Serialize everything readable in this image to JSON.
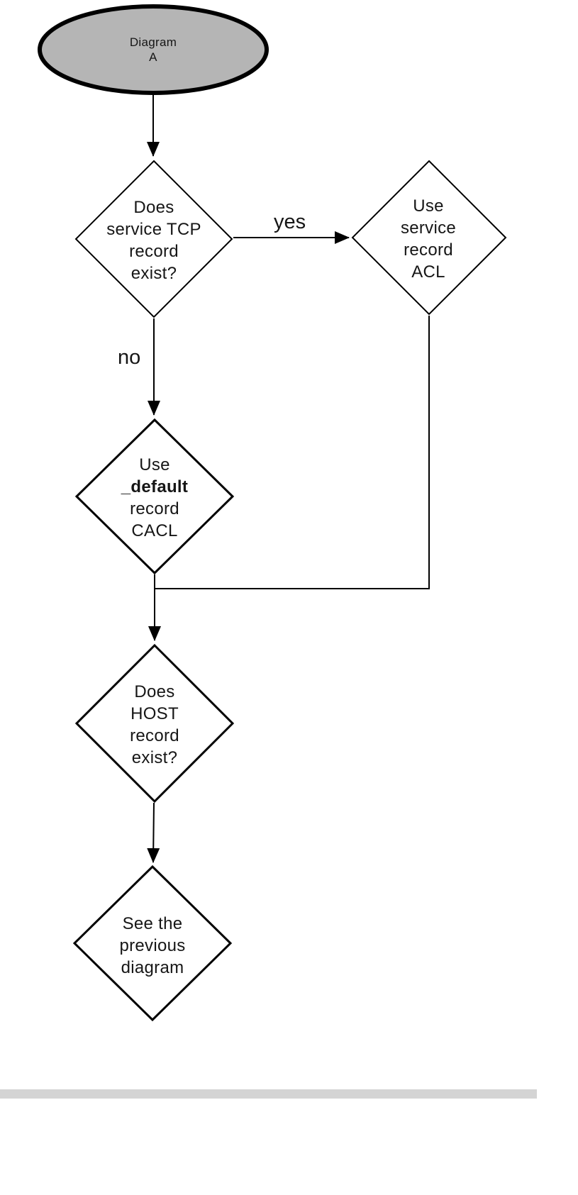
{
  "flowchart": {
    "start": {
      "lines": [
        "Diagram",
        "A"
      ]
    },
    "decision_service_tcp": {
      "lines": [
        "Does",
        "service TCP",
        "record",
        "exist?"
      ]
    },
    "use_service_acl": {
      "lines": [
        "Use",
        "service",
        "record",
        "ACL"
      ]
    },
    "use_default_cacl": {
      "lines": [
        "Use",
        "_default",
        "record",
        "CACL"
      ]
    },
    "decision_host": {
      "lines": [
        "Does",
        "HOST",
        "record",
        "exist?"
      ]
    },
    "see_previous": {
      "lines": [
        "See the",
        "previous",
        "diagram"
      ]
    },
    "edge_yes": {
      "label": "yes"
    },
    "edge_no": {
      "label": "no"
    },
    "colors": {
      "ellipse_fill": "#b5b5b5",
      "node_fill": "#ffffff",
      "stroke": "#000000",
      "footer_bar": "#d4d4d4"
    }
  }
}
